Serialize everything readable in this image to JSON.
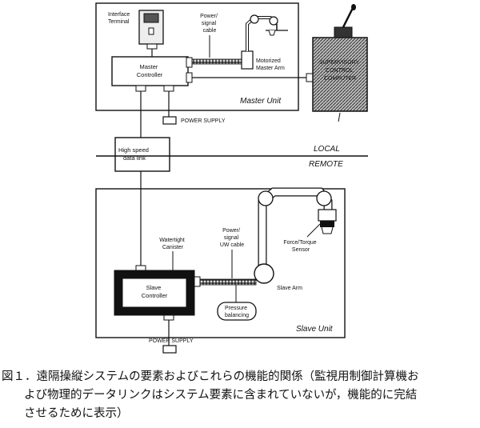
{
  "diagram": {
    "master_unit_label": "Master Unit",
    "slave_unit_label": "Slave Unit",
    "interface_terminal_label": [
      "Interface",
      "Terminal"
    ],
    "power_signal_cable_label": [
      "Power/",
      "signal",
      "cable"
    ],
    "master_controller_label": [
      "Master",
      "Controller"
    ],
    "motorized_master_arm_label": [
      "Motorized",
      "Master Arm"
    ],
    "supervisory_computer_label": [
      "SUPERVISORY",
      "CONTROL",
      "COMPUTER"
    ],
    "power_supply_label": "POWER SUPPLY",
    "high_speed_data_link_label": [
      "High speed",
      "data link"
    ],
    "local_label": "LOCAL",
    "remote_label": "REMOTE",
    "watertight_canister_label": [
      "Watertight",
      "Canister"
    ],
    "power_signal_uw_cable_label": [
      "Power/",
      "signal",
      "UW cable"
    ],
    "force_torque_sensor_label": [
      "Force/Torque",
      "Sensor"
    ],
    "slave_controller_label": [
      "Slave",
      "Controller"
    ],
    "slave_arm_label": "Slave Arm",
    "pressure_balancing_label": [
      "Pressure",
      "balancing"
    ]
  },
  "caption": {
    "line1": "図１．遠隔操縦システムの要素およびこれらの機能的関係（監視用制御計算機お",
    "line2": "よび物理的データリンクはシステム要素に含まれていないが，機能的に完結",
    "line3": "させるために表示）"
  }
}
